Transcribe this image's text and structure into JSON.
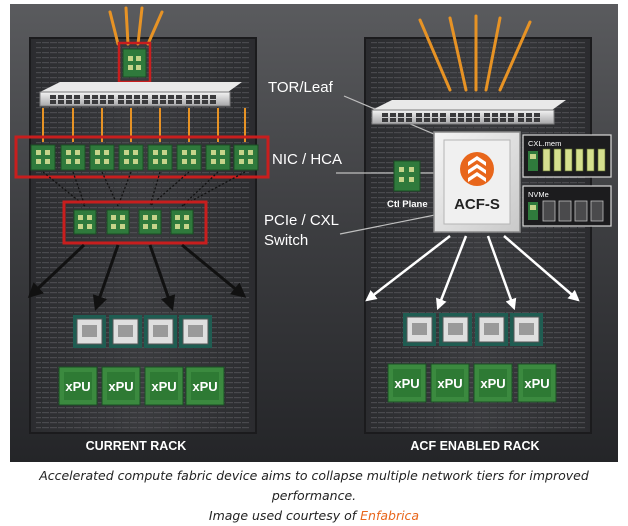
{
  "diagram": {
    "labels": {
      "tor_leaf": "TOR/Leaf",
      "nic_hca": "NIC / HCA",
      "pcie_cxl_line1": "PCIe / CXL",
      "pcie_cxl_line2": "Switch",
      "current_rack": "CURRENT RACK",
      "acf_enabled_rack": "ACF ENABLED RACK",
      "ctl_plane": "Ctl Plane",
      "acf_s": "ACF-S",
      "cxl_mem": "CXL.mem",
      "nvme": "NVMe",
      "xpu": "xPU"
    },
    "colors": {
      "highlight_border": "#c81e1e",
      "cable_orange": "#e79325",
      "chip_green": "#2f7a3c",
      "chip_cell": "#c5d48a",
      "acf_orange": "#e8661b"
    }
  },
  "caption": {
    "line1": "Accelerated compute fabric device aims to collapse multiple network tiers for improved performance.",
    "line2_prefix": "Image used courtesy of ",
    "credit": "Enfabrica"
  }
}
